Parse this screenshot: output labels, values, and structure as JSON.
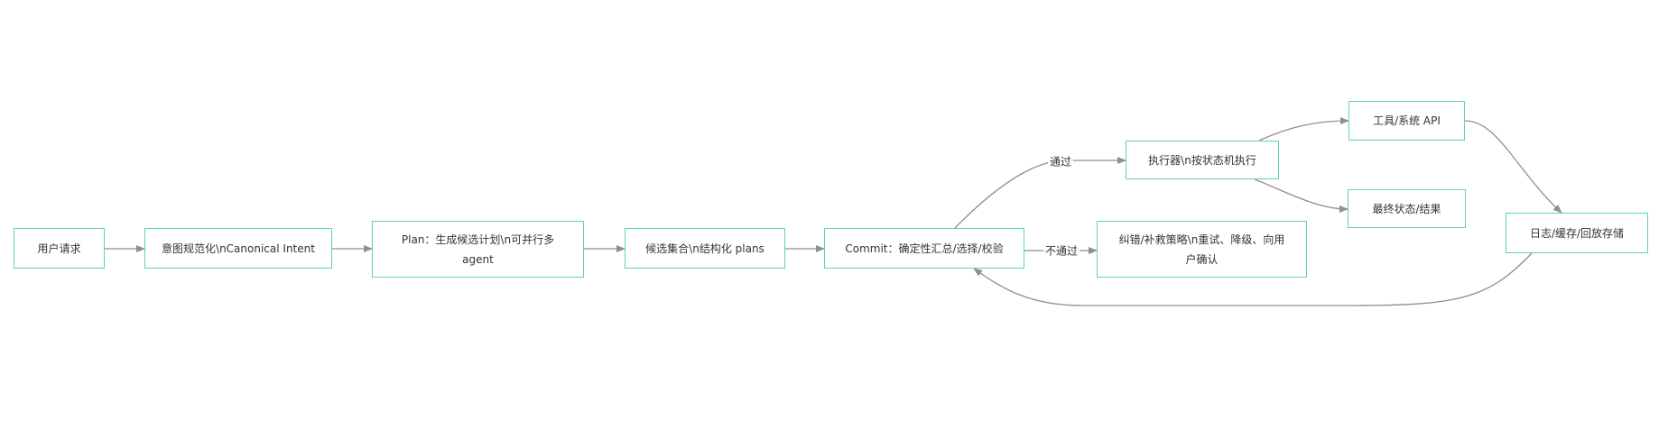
{
  "nodes": {
    "user_request": "用户请求",
    "intent": "意图规范化\\nCanonical Intent",
    "plan": "Plan：生成候选计划\\n可并行多agent",
    "candidates": "候选集合\\n结构化 plans",
    "commit": "Commit：确定性汇总/选择/校验",
    "executor": "执行器\\n按状态机执行",
    "fallback": "纠错/补救策略\\n重试、降级、向用户确认",
    "tools": "工具/系统 API",
    "final": "最终状态/结果",
    "log": "日志/缓存/回放存储"
  },
  "edge_labels": {
    "pass": "通过",
    "fail": "不通过"
  },
  "colors": {
    "node_border": "#5fd6a0",
    "edge": "#8a8f99"
  }
}
